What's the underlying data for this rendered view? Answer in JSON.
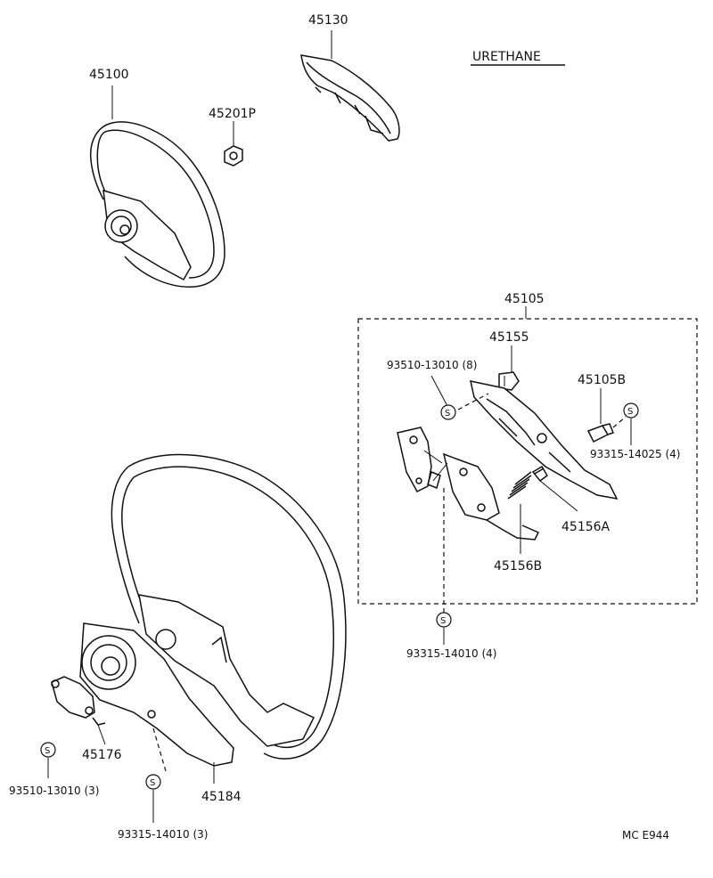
{
  "labels": {
    "p45130": "45130",
    "urethane": "URETHANE",
    "p45100": "45100",
    "p45201p": "45201P",
    "p45105": "45105",
    "p45155": "45155",
    "p93510_13010_8": "93510-13010 (8)",
    "p45105b": "45105B",
    "p93315_14025_4": "93315-14025 (4)",
    "p45156a": "45156A",
    "p45156b": "45156B",
    "p93315_14010_4": "93315-14010 (4)",
    "p45176": "45176",
    "p93510_13010_3": "93510-13010 (3)",
    "p45184": "45184",
    "p93315_14010_3": "93315-14010 (3)",
    "code": "MC  E944"
  },
  "symbols": {
    "s": "S"
  }
}
